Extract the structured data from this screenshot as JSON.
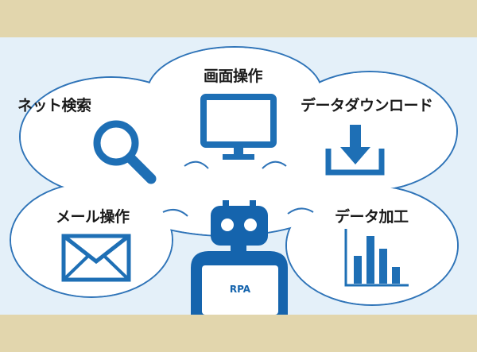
{
  "labels": {
    "web_search": "ネット検索",
    "screen_operation": "画面操作",
    "data_download": "データダウンロード",
    "mail_operation": "メール操作",
    "data_processing": "データ加工",
    "rpa": "RPA"
  },
  "icons": {
    "web_search": "magnifier-icon",
    "screen_operation": "monitor-icon",
    "data_download": "download-icon",
    "mail_operation": "envelope-icon",
    "data_processing": "bar-chart-icon",
    "robot": "robot-icon"
  },
  "colors": {
    "frame_bg": "#e2d6ad",
    "panel_bg": "#e4f0f9",
    "cloud_fill": "#ffffff",
    "cloud_stroke": "#2f74b8",
    "icon_blue": "#1e6fb5",
    "robot_blue": "#1564ad",
    "text": "#1b1b1b"
  }
}
